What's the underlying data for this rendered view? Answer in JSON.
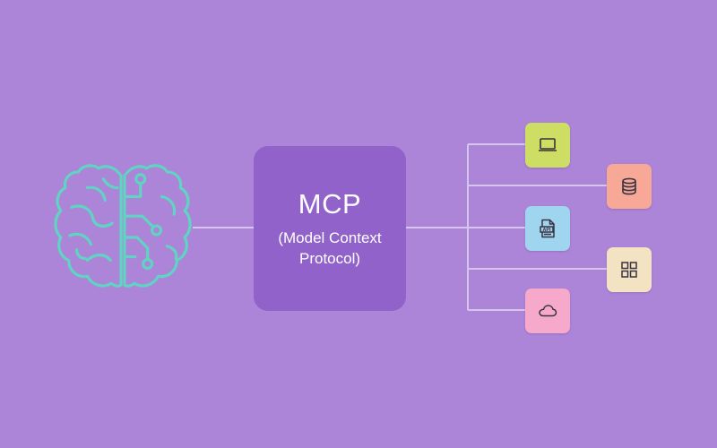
{
  "mcp": {
    "title": "MCP",
    "subtitle_line1": "(Model Context",
    "subtitle_line2": "Protocol)"
  },
  "icons": {
    "brain": "brain-circuit-icon",
    "laptop": "laptop-icon",
    "database": "database-icon",
    "api": "api-file-icon",
    "grid": "grid-apps-icon",
    "cloud": "cloud-icon"
  },
  "tile_labels": {
    "api_text": "API"
  },
  "colors": {
    "background": "#ac85d8",
    "mcp_box": "#9162c9",
    "brain_stroke": "#5fd4c3",
    "connector": "#d6c6ee",
    "laptop_tile": "#cedd63",
    "database_tile": "#f8a897",
    "api_tile": "#9fd5ee",
    "grid_tile": "#f4e3c3",
    "cloud_tile": "#f7a9cb"
  }
}
